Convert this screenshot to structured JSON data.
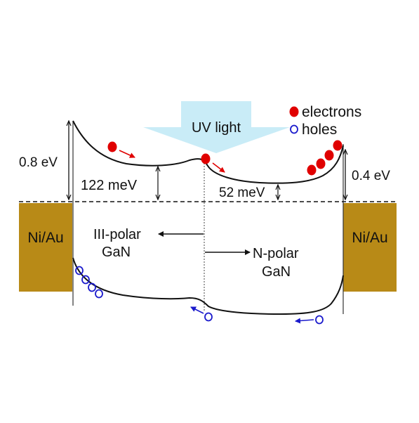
{
  "diagram": {
    "light_label": "UV light",
    "legend": {
      "electrons_label": "electrons",
      "holes_label": "holes"
    },
    "energy_labels": {
      "left_barrier": "0.8 eV",
      "right_barrier": "0.4 eV",
      "left_offset": "122 meV",
      "right_offset": "52 meV"
    },
    "regions": {
      "left_line1": "III-polar",
      "left_line2": "GaN",
      "right_line1": "N-polar",
      "right_line2": "GaN"
    },
    "contacts": {
      "left": "Ni/Au",
      "right": "Ni/Au"
    },
    "colors": {
      "metal": "#b88a17",
      "electron": "#e00000",
      "hole": "#1a1acc",
      "uv_arrow": "#c9ecf7",
      "band": "#111111"
    }
  }
}
